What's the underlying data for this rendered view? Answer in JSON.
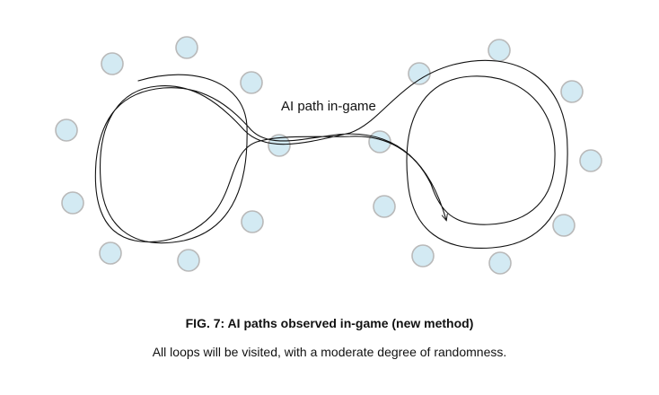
{
  "figure": {
    "path_label": "AI path in-game",
    "caption_title": "FIG. 7: AI paths observed in-game (new method)",
    "caption_subtitle": "All loops will be visited, with a moderate degree of randomness."
  },
  "colors": {
    "node_fill": "#d3eaf3",
    "node_stroke": "#b9b9b9",
    "path_stroke": "#111111"
  }
}
